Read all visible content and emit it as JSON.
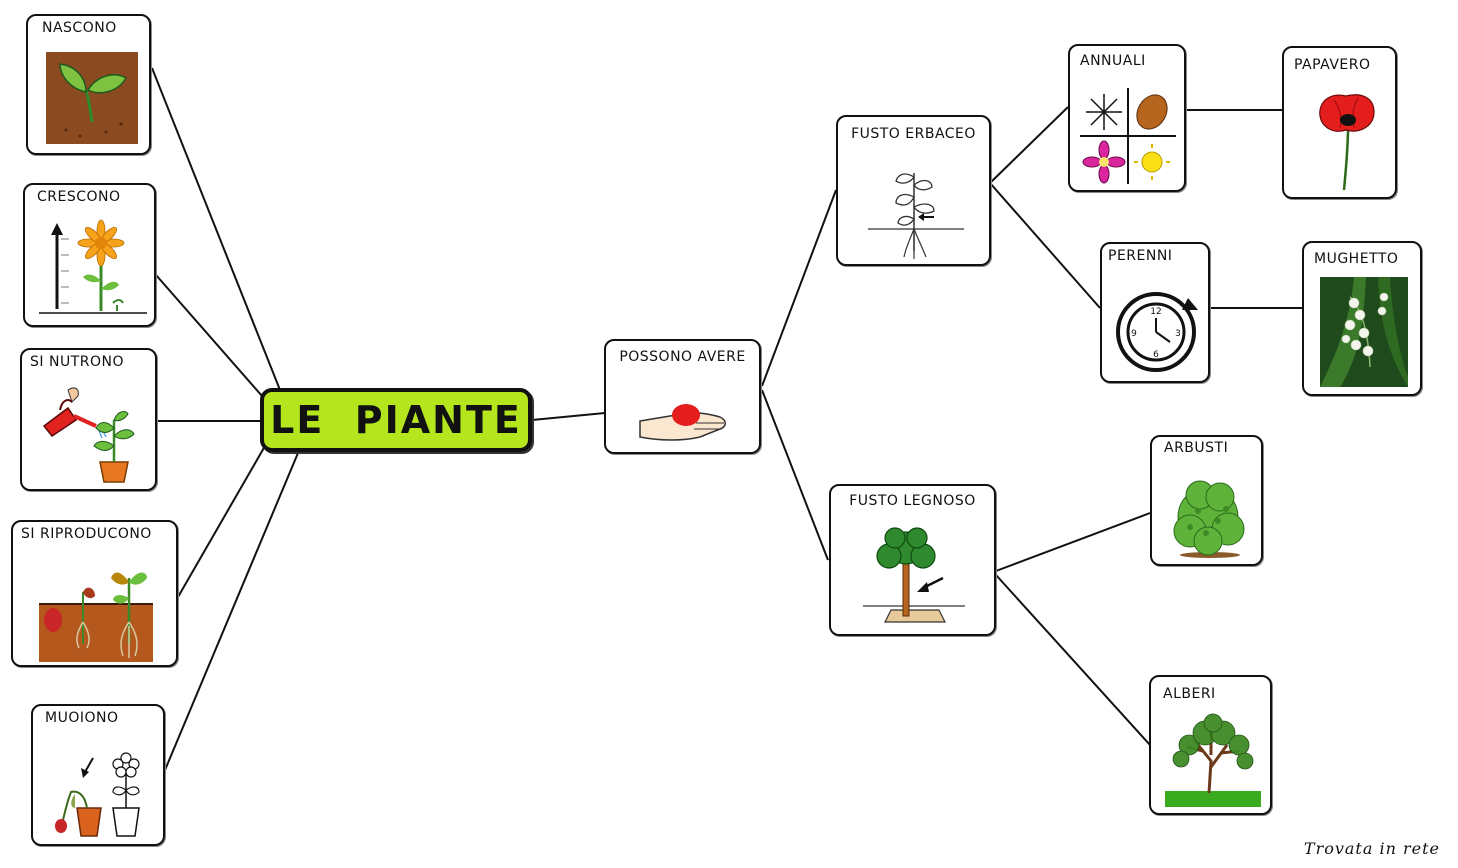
{
  "title": "LE  PIANTE",
  "credit": "Trovata in rete",
  "left_items": [
    {
      "label": "NASCONO",
      "icon": "sprout-icon"
    },
    {
      "label": "CRESCONO",
      "icon": "growing-flower-icon"
    },
    {
      "label": "SI NUTRONO",
      "icon": "watering-can-icon"
    },
    {
      "label": "SI RIPRODUCONO",
      "icon": "seed-germination-icon"
    },
    {
      "label": "MUOIONO",
      "icon": "wilted-flower-icon"
    }
  ],
  "center": {
    "label": "POSSONO AVERE",
    "icon": "hand-holding-icon"
  },
  "stems": {
    "herbaceous": {
      "label": "FUSTO ERBACEO",
      "icon": "herbaceous-stem-icon"
    },
    "woody": {
      "label": "FUSTO LEGNOSO",
      "icon": "woody-stem-icon"
    }
  },
  "herbaceous_types": [
    {
      "label": "ANNUALI",
      "icon": "seasons-icon",
      "example": {
        "label": "PAPAVERO",
        "icon": "poppy-icon"
      }
    },
    {
      "label": "PERENNI",
      "icon": "clock-cycle-icon",
      "example": {
        "label": "MUGHETTO",
        "icon": "lily-of-the-valley-icon"
      }
    }
  ],
  "woody_types": [
    {
      "label": "ARBUSTI",
      "icon": "shrub-icon"
    },
    {
      "label": "ALBERI",
      "icon": "tree-icon"
    }
  ],
  "colors": {
    "title_bg": "#b5e61d",
    "line": "#111111"
  }
}
